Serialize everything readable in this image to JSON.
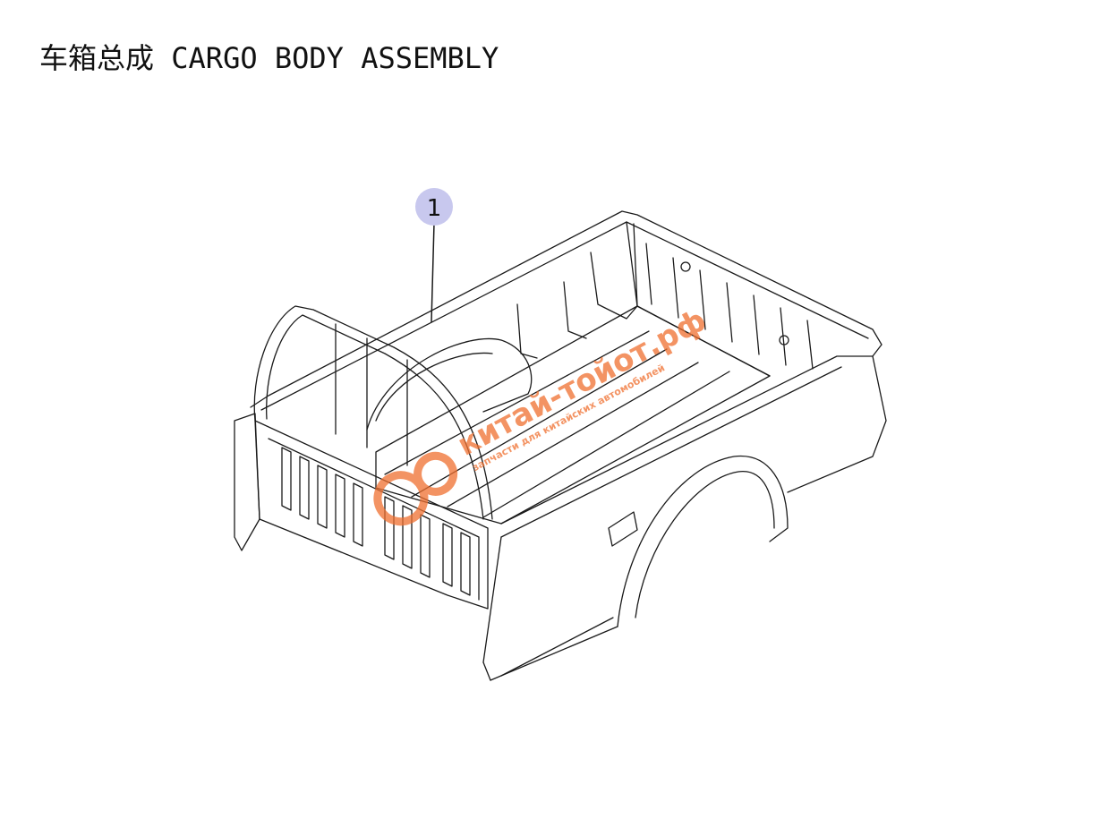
{
  "header": {
    "title": "车箱总成 CARGO BODY ASSEMBLY"
  },
  "callouts": [
    {
      "label": "1"
    }
  ],
  "watermark": {
    "brand": "китай-тойот.рф",
    "tagline": "запчасти для китайских автомобилей"
  },
  "colors": {
    "line": "#1a1a1a",
    "callout_fill": "#c8c8ee",
    "watermark": "#f07030"
  }
}
